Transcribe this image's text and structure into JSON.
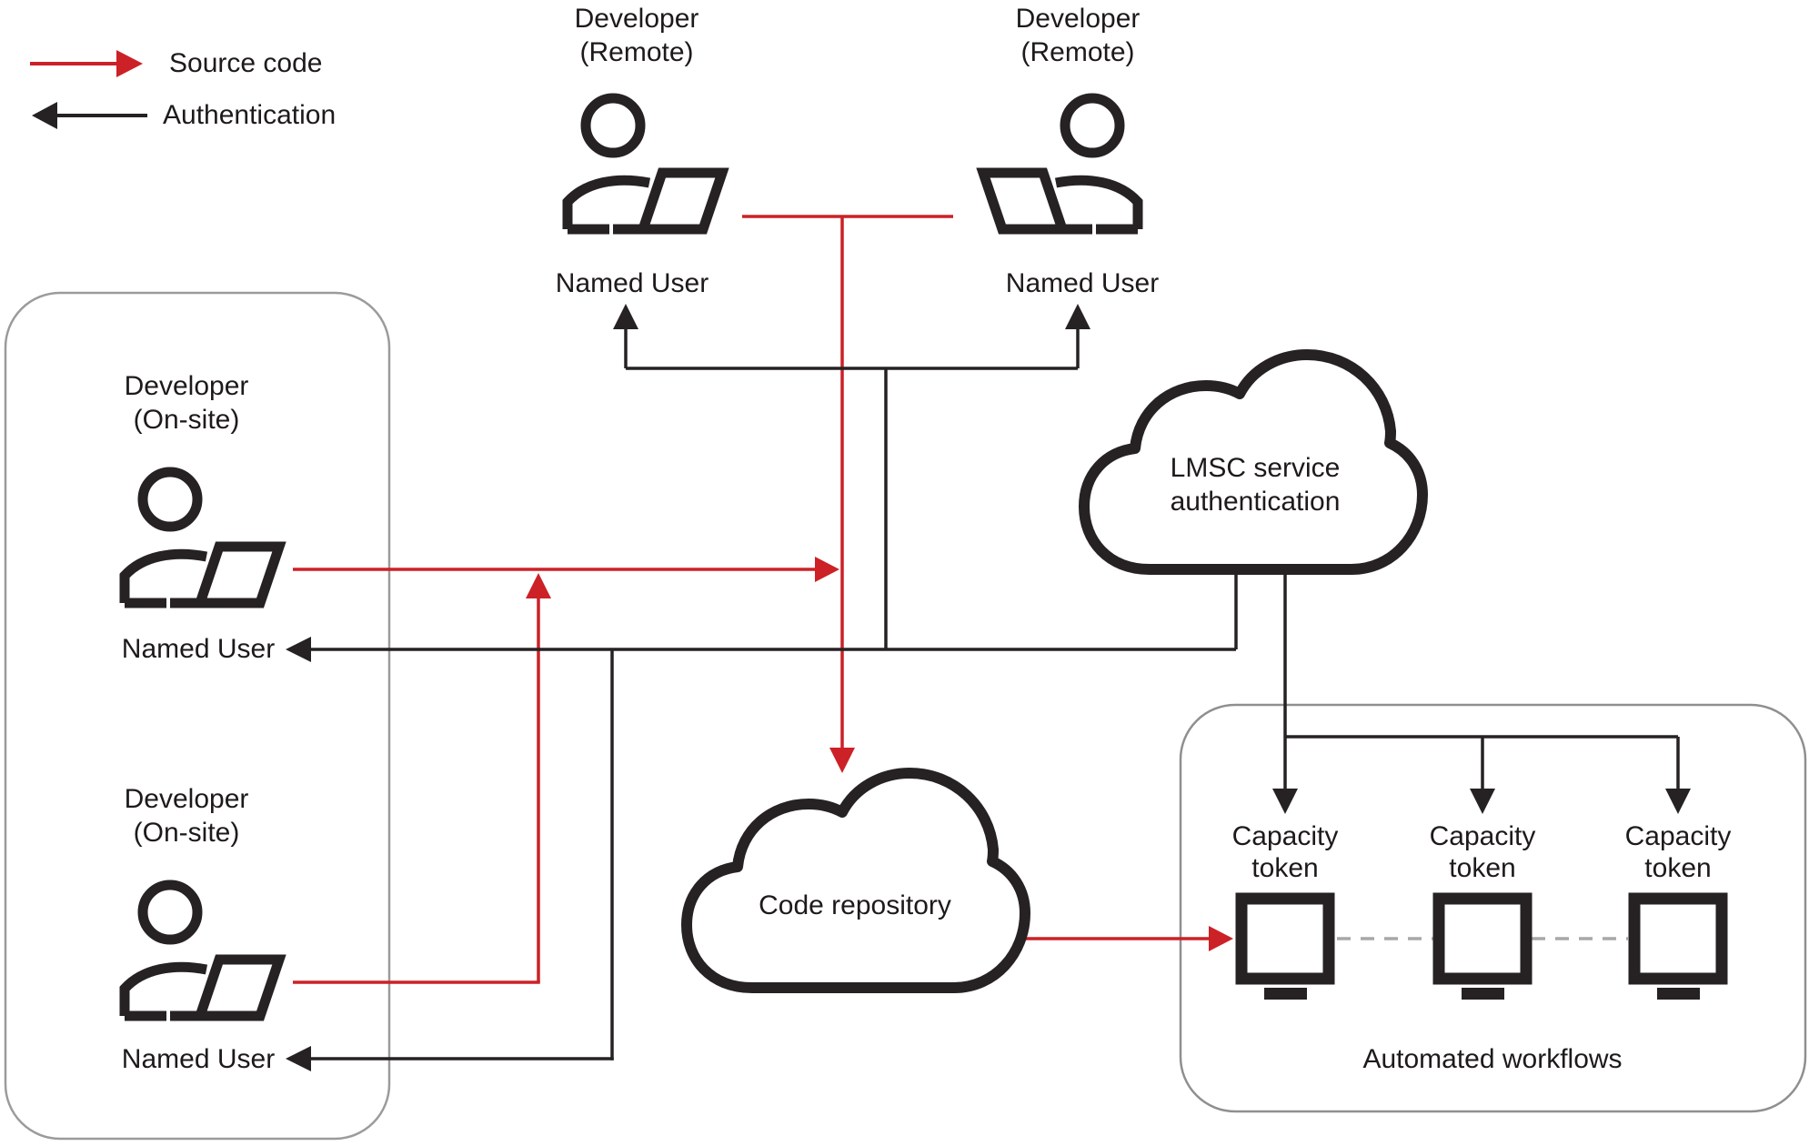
{
  "legend": {
    "source_code_label": "Source code",
    "authentication_label": "Authentication"
  },
  "developers": {
    "remote_1": {
      "name_line1": "Developer",
      "name_line2": "(Remote)",
      "license_label": "Named User"
    },
    "remote_2": {
      "name_line1": "Developer",
      "name_line2": "(Remote)",
      "license_label": "Named User"
    },
    "onsite_1": {
      "name_line1": "Developer",
      "name_line2": "(On-site)",
      "license_label": "Named User"
    },
    "onsite_2": {
      "name_line1": "Developer",
      "name_line2": "(On-site)",
      "license_label": "Named User"
    }
  },
  "clouds": {
    "lmsc": {
      "label_line1": "LMSC service",
      "label_line2": "authentication"
    },
    "code_repository": {
      "label": "Code repository"
    }
  },
  "automated_workflows": {
    "title": "Automated workflows",
    "capacity_tokens": [
      {
        "label_line1": "Capacity",
        "label_line2": "token"
      },
      {
        "label_line1": "Capacity",
        "label_line2": "token"
      },
      {
        "label_line1": "Capacity",
        "label_line2": "token"
      }
    ]
  },
  "colors": {
    "source_code_red": "#cc2127",
    "authentication_black": "#262223",
    "panel_border_gray": "#9b9b9b",
    "workflow_border_gray": "#8f8f8f",
    "dashed_connector_gray": "#a8a8a8"
  }
}
